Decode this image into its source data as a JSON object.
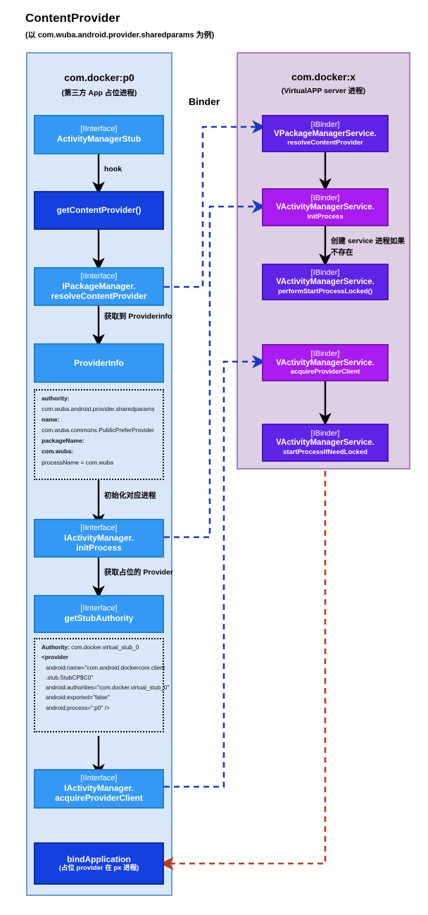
{
  "header": {
    "title": "ContentProvider",
    "subtitle": "(以 com.wuba.android.provider.sharedparams 为例)"
  },
  "binder_label": "Binder",
  "left_process": {
    "title": "com.docker:p0",
    "subtitle": "(第三方 App 占位进程)",
    "nodes": [
      {
        "tag": "[IInterface]",
        "line1": "ActivityManagerStub"
      },
      {
        "line1": "getContentProvider()"
      },
      {
        "tag": "[IInterface]",
        "line1": "IPackageManager.",
        "line2": "resolveContentProvider"
      },
      {
        "line1": "ProviderInfo"
      },
      {
        "tag": "[IInterface]",
        "line1": "IActivityManager.",
        "line2": "initProcess"
      },
      {
        "tag": "[IInterface]",
        "line1": "getStubAuthority"
      },
      {
        "tag": "[IInterface]",
        "line1": "IActivityManager.",
        "line2": "acquireProviderClient"
      },
      {
        "line1": "bindApplication",
        "sub": "(占位 provider 在 px 进程)"
      }
    ],
    "edge_labels": [
      "hook",
      "获取到 Providerinfo",
      "初始化对应进程",
      "获取占位的 Provider"
    ],
    "info_provider": [
      {
        "text": "authority:",
        "bold": true
      },
      {
        "text": "com.wuba.android.provider.sharedparams",
        "bold": false
      },
      {
        "text": "name:",
        "bold": true
      },
      {
        "text": "com.wuba.commons.PublicPreferProvider",
        "bold": false
      },
      {
        "text": "packageName:",
        "bold": true
      },
      {
        "text": "com.wuba:",
        "bold": true
      },
      {
        "text": "processName = com.wuba",
        "bold": false
      }
    ],
    "info_stub": [
      {
        "prefix": "Authority:",
        "text": "com.docker.virtual_stub_0",
        "indent": false
      },
      {
        "prefix": "<provider",
        "text": "",
        "indent": false
      },
      {
        "prefix": "",
        "text": "android:name=\"com.android.dockercore.client",
        "indent": true
      },
      {
        "prefix": "",
        "text": ".stub.StubCP$C0\"",
        "indent": true
      },
      {
        "prefix": "",
        "text": "android:authorities=\"com.docker.virtual_stub_0\"",
        "indent": true
      },
      {
        "prefix": "",
        "text": "android:exported=\"false\"",
        "indent": true
      },
      {
        "prefix": "",
        "text": "android:process=\":p0\" />",
        "indent": true
      }
    ]
  },
  "right_process": {
    "title": "com.docker:x",
    "subtitle": "(VirtualAPP server 进程)",
    "nodes": [
      {
        "tag": "[IBinder]",
        "line1": "VPackageManagerService.",
        "sub": "resolveContentProvider"
      },
      {
        "tag": "[IBinder]",
        "line1": "VActivityManagerService.",
        "sub": "initProcess"
      },
      {
        "tag": "[IBinder]",
        "line1": "VActivityManagerService.",
        "sub": "performStartProcessLocked()"
      },
      {
        "tag": "[IBinder]",
        "line1": "VActivityManagerService.",
        "sub": "acquireProviderClient"
      },
      {
        "tag": "[IBinder]",
        "line1": "VActivityManagerService.",
        "sub": "startProcessIfNeedLocked"
      }
    ],
    "edge_labels": [
      "创建 service 进程如果",
      "不存在"
    ]
  },
  "colors": {
    "node_blue": "#3498f5",
    "node_dark_blue": "#1340de",
    "node_violet": "#6023e8",
    "node_magenta": "#a81cf0",
    "container_left": "#dae7f8",
    "container_right": "#ddd0e4",
    "binder_wire": "#1a38c8",
    "return_wire": "#c0391b"
  }
}
